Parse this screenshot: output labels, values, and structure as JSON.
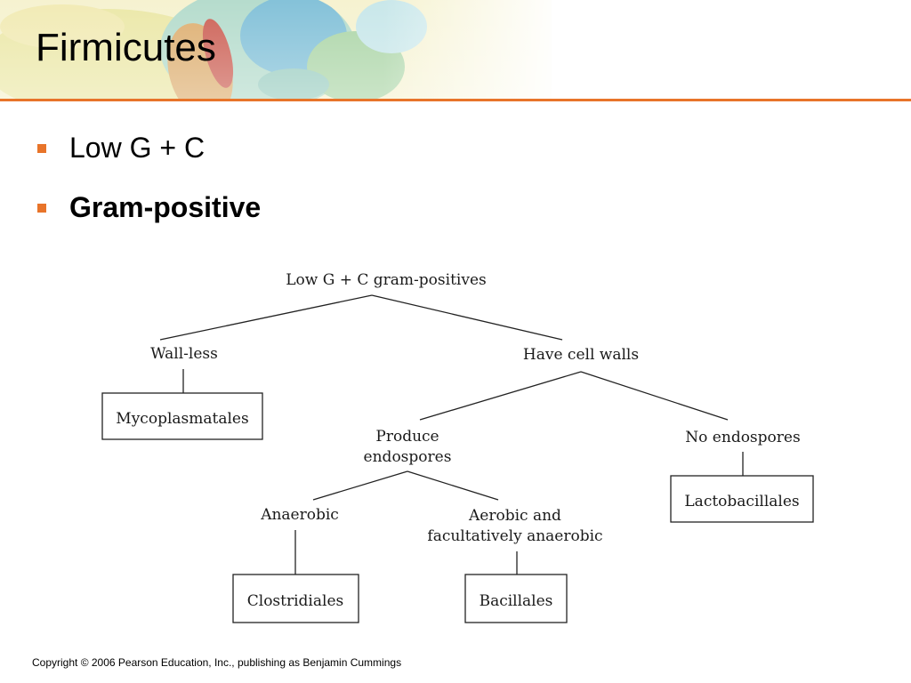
{
  "slide": {
    "title": "Firmicutes",
    "bullets": [
      {
        "text": "Low G + C",
        "bold": false
      },
      {
        "text": "Gram-positive",
        "bold": true
      }
    ],
    "footer": "Copyright © 2006 Pearson Education, Inc., publishing as Benjamin Cummings",
    "accent_color": "#e8742a"
  },
  "diagram": {
    "root": "Low G + C gram-positives",
    "wall_less": "Wall-less",
    "have_cell_walls": "Have cell walls",
    "mycoplasmatales": "Mycoplasmatales",
    "produce_endospores": [
      "Produce",
      "endospores"
    ],
    "no_endospores": "No endospores",
    "lactobacillales": "Lactobacillales",
    "anaerobic": "Anaerobic",
    "aerobic_facultative": [
      "Aerobic and",
      "facultatively anaerobic"
    ],
    "clostridiales": "Clostridiales",
    "bacillales": "Bacillales"
  }
}
